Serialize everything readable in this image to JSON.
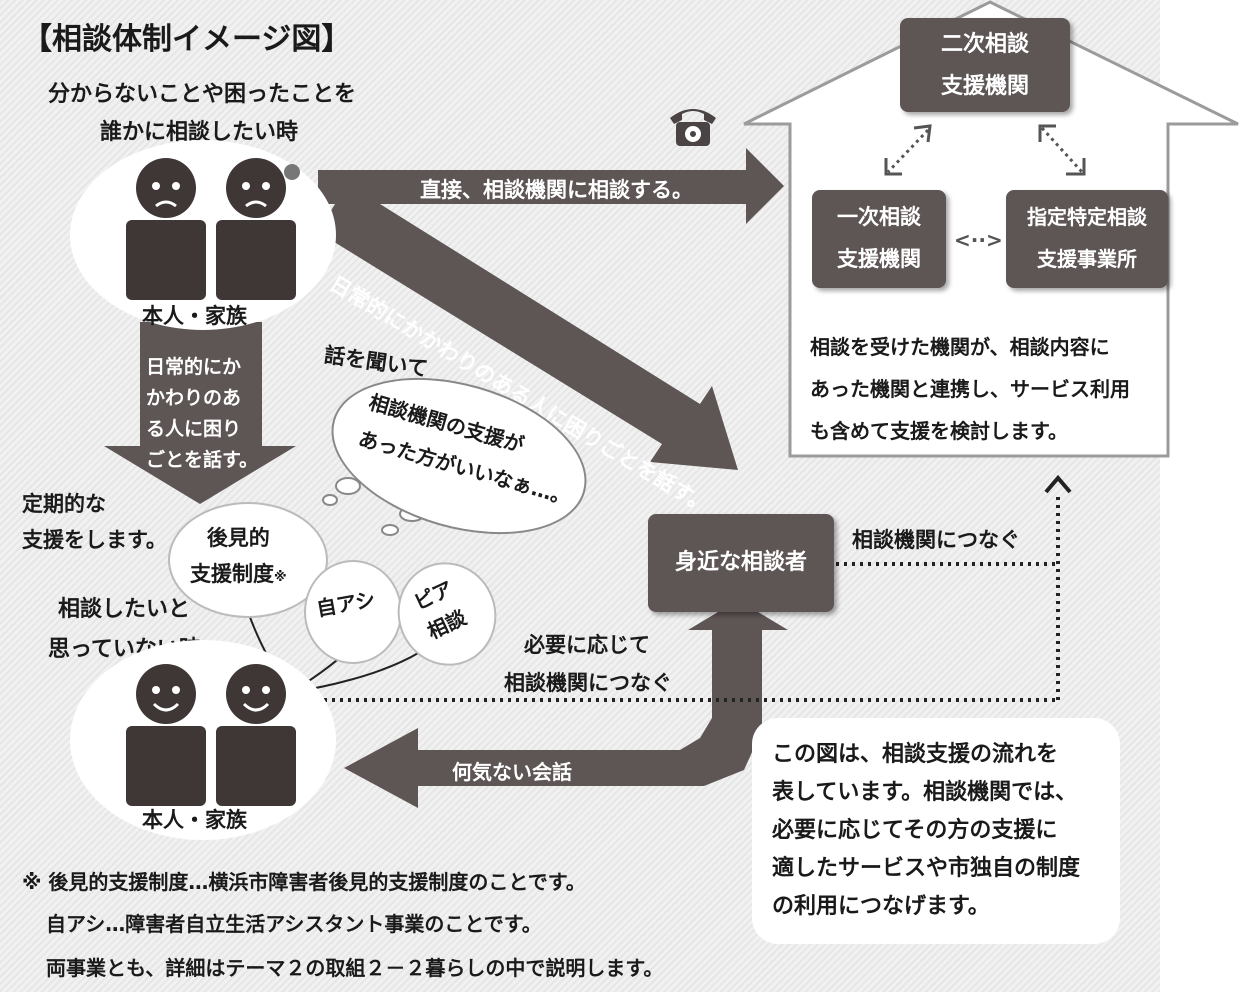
{
  "title": "【相談体制イメージ図】",
  "question_top": {
    "line1": "分からないことや困ったことを",
    "line2": "誰かに相談したい時"
  },
  "person_top_label": "本人・家族",
  "person_bottom_label": "本人・家族",
  "arrow_direct": "直接、相談機関に相談する。",
  "arrow_diagonal": "日常的にかかわりのある人に困りごとを話す。",
  "arrow_down": [
    "日常的にか",
    "かわりのあ",
    "る人に困り",
    "ごとを話す。"
  ],
  "thought_lead": "話を聞いて",
  "thought_bubble": [
    "相談機関の支援が",
    "あった方がいいなぁ…。"
  ],
  "periodic_support": [
    "定期的な",
    "支援をします。"
  ],
  "balloons": {
    "guardian": [
      "後見的",
      "支援制度"
    ],
    "guardian_mark": "※",
    "jiashi": "自アシ",
    "peer": [
      "ピア",
      "相談"
    ]
  },
  "question_bottom": {
    "line1": "相談したいと",
    "line2": "思っていない時"
  },
  "close_consultant": "身近な相談者",
  "connect_top": "相談機関につなぐ",
  "as_needed": {
    "line1": "必要に応じて",
    "line2": "相談機関につなぐ"
  },
  "casual_talk": "何気ない会話",
  "house": {
    "secondary": [
      "二次相談",
      "支援機関"
    ],
    "primary": [
      "一次相談",
      "支援機関"
    ],
    "designated": [
      "指定特定相談",
      "支援事業所"
    ],
    "exchange_arrow": "<··>",
    "note": [
      "相談を受けた機関が、相談内容に",
      "あった機関と連携し、サービス利用",
      "も含めて支援を検討します。"
    ]
  },
  "explain": [
    "この図は、相談支援の流れを",
    "表しています。相談機関では、",
    "必要に応じてその方の支援に",
    "適したサービスや市独自の制度",
    "の利用につなげます。"
  ],
  "footnotes": [
    "※ 後見的支援制度…横浜市障害者後見的支援制度のことです。",
    "自アシ…障害者自立生活アシスタント事業のことです。",
    "両事業とも、詳細はテーマ２の取組２－２暮らしの中で説明します。"
  ],
  "phone_icon": "phone-icon",
  "colors": {
    "dark": "#5e5555",
    "bg": "#ececec",
    "white": "#ffffff"
  }
}
